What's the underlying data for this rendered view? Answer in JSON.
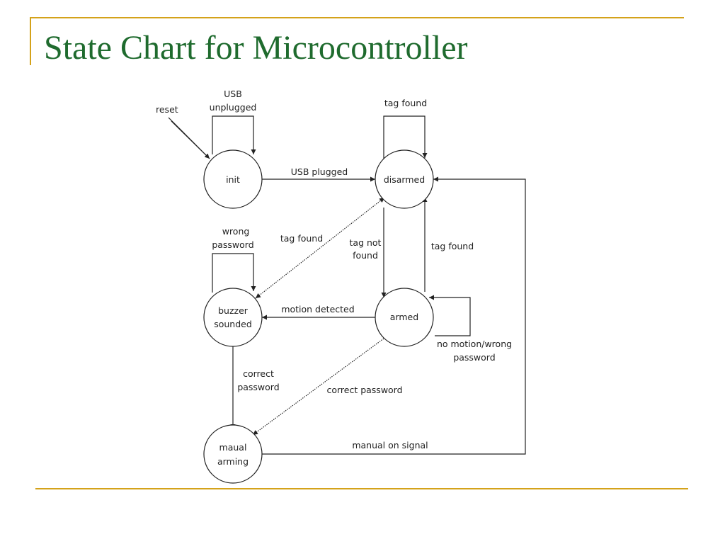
{
  "slide": {
    "title": "State Chart for Microcontroller"
  },
  "diagram": {
    "states": {
      "init": "init",
      "disarmed": "disarmed",
      "armed": "armed",
      "buzzer_line1": "buzzer",
      "buzzer_line2": "sounded",
      "manual_line1": "maual",
      "manual_line2": "arming"
    },
    "transitions": {
      "reset": "reset",
      "usb_unplugged_line1": "USB",
      "usb_unplugged_line2": "unplugged",
      "usb_plugged": "USB plugged",
      "tag_found_disarmed": "tag found",
      "wrong_password_line1": "wrong",
      "wrong_password_line2": "password",
      "tag_found_buzzer": "tag found",
      "tag_not_found_line1": "tag not",
      "tag_not_found_line2": "found",
      "tag_found_armed": "tag found",
      "motion_detected": "motion detected",
      "no_motion_line1": "no motion/wrong",
      "no_motion_line2": "password",
      "correct_password_buzzer_line1": "correct",
      "correct_password_buzzer_line2": "password",
      "correct_password_armed": "correct password",
      "manual_on_signal": "manual on signal"
    }
  }
}
